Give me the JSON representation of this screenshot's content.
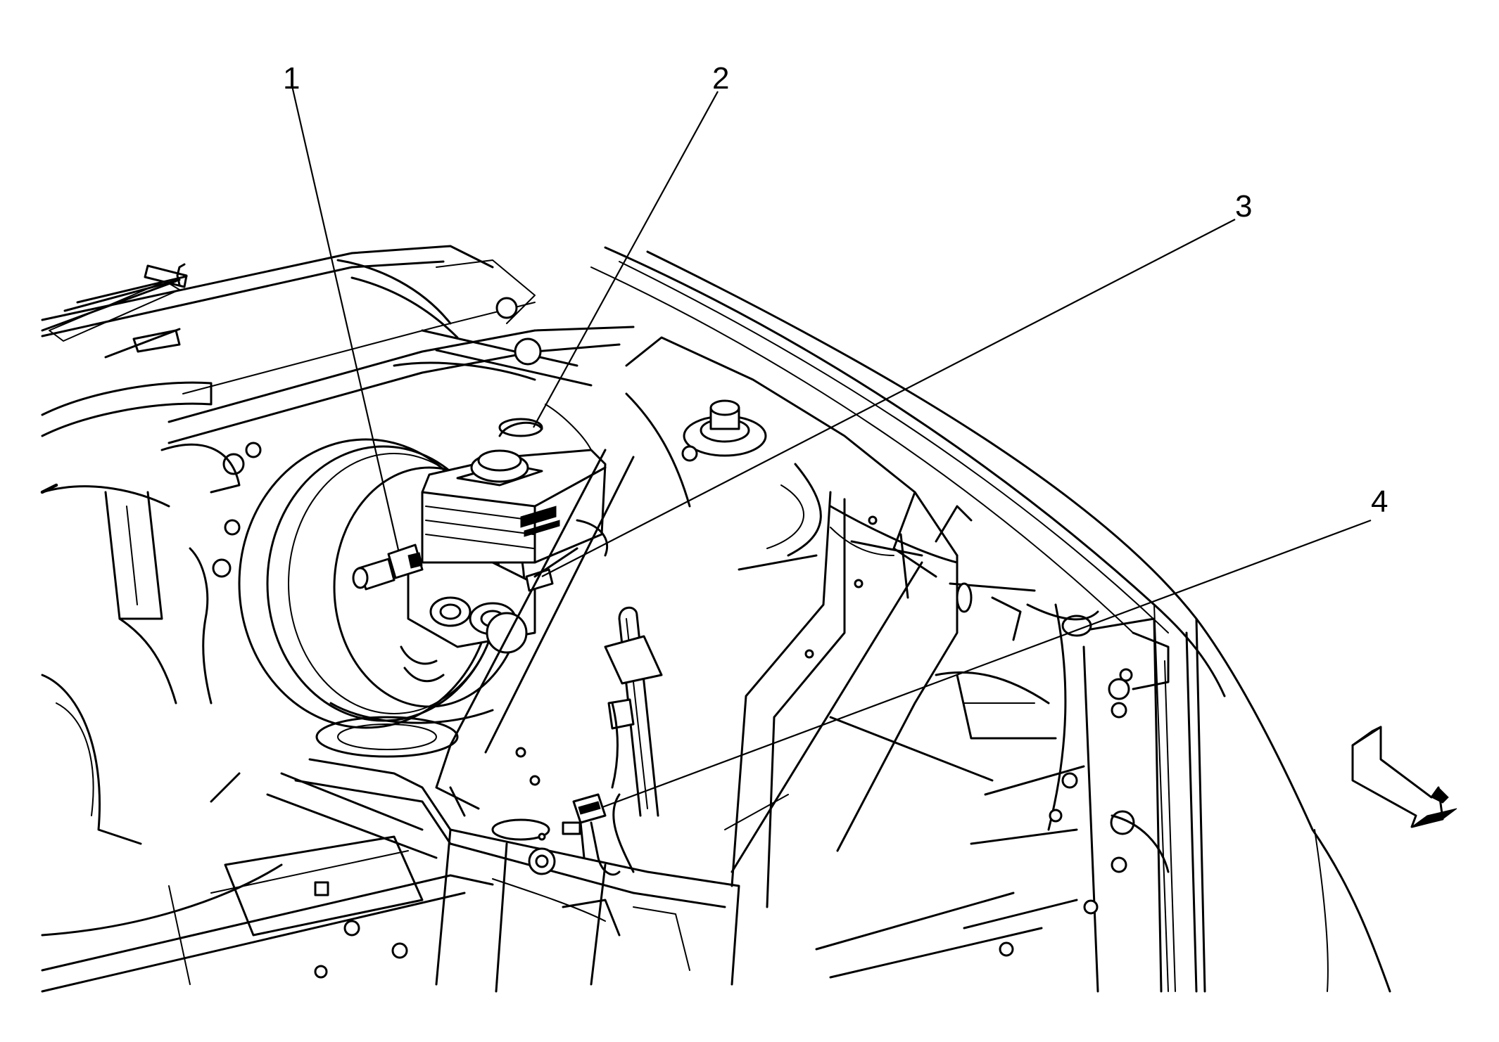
{
  "callouts": [
    {
      "id": "1",
      "label": "1"
    },
    {
      "id": "2",
      "label": "2"
    },
    {
      "id": "3",
      "label": "3"
    },
    {
      "id": "4",
      "label": "4"
    }
  ],
  "indicator": {
    "icon": "direction-arrow-icon"
  }
}
